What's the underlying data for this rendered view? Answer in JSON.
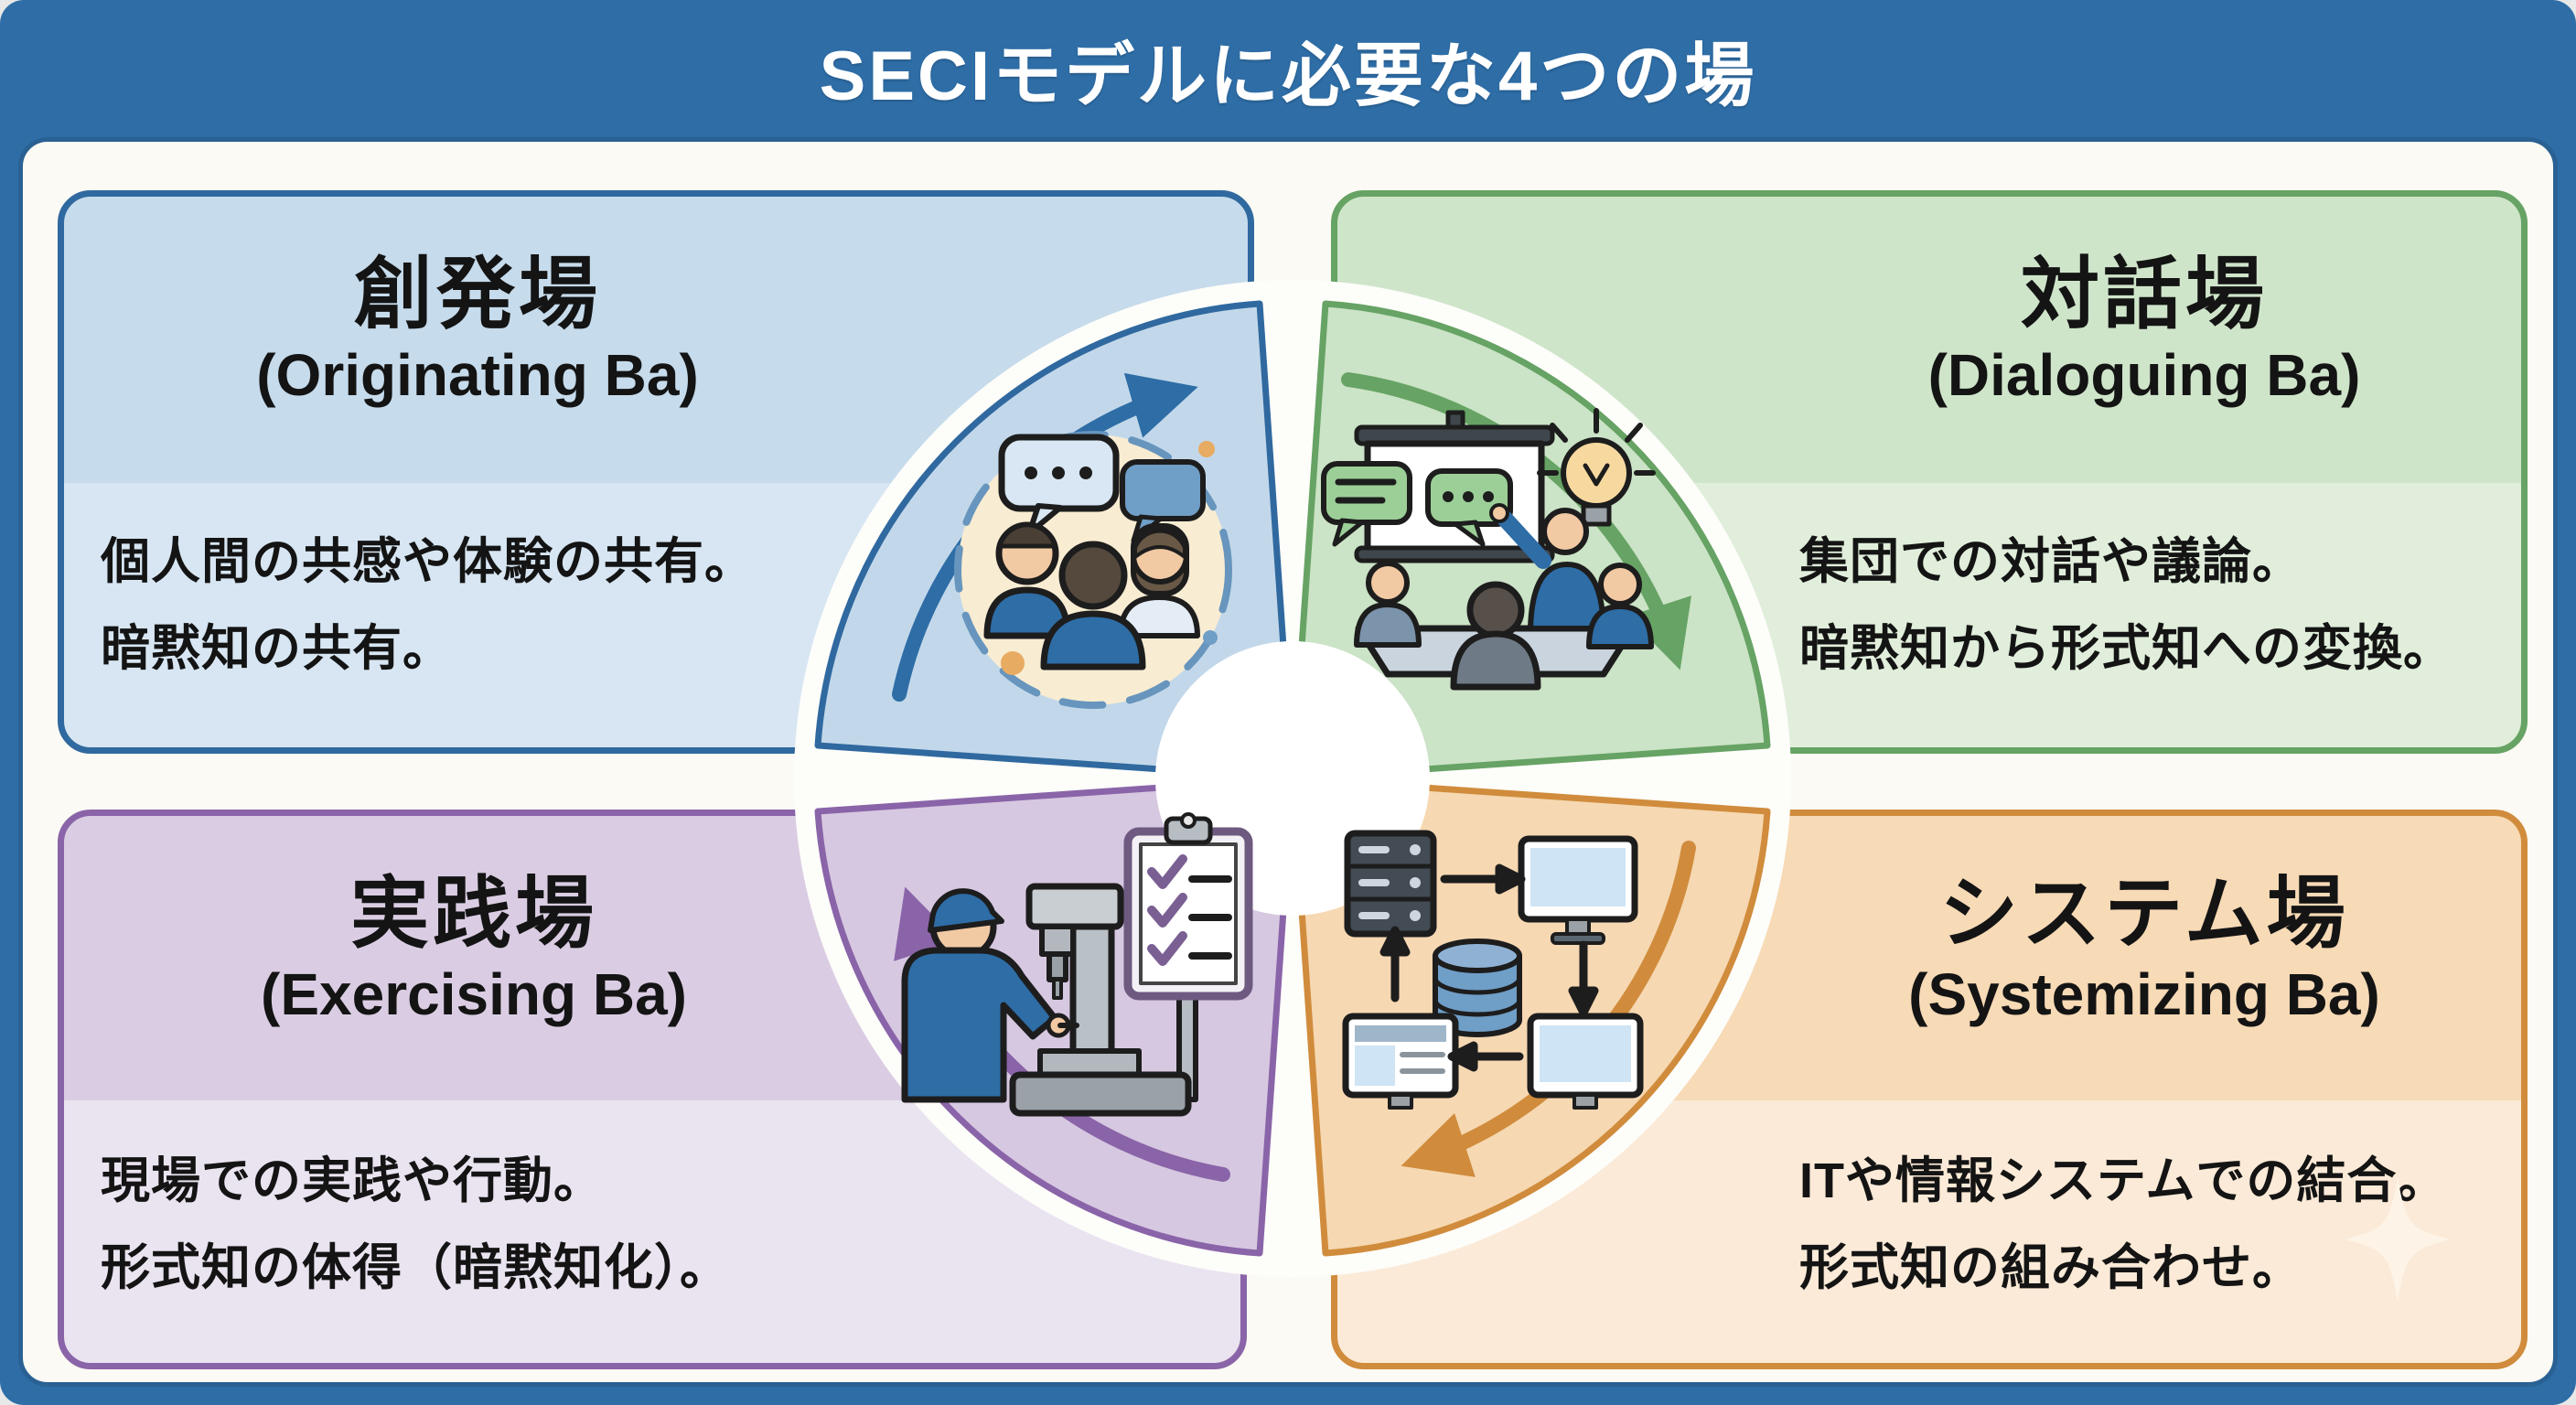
{
  "title": "SECIモデルに必要な4つの場",
  "colors": {
    "frame_blue": "#2e6da6",
    "panel_bg": "#fbfaf4",
    "quadrant_blue_fill": "#c6dbeb",
    "quadrant_blue_border": "#30699f",
    "quadrant_green_fill": "#cfe5ca",
    "quadrant_green_border": "#66a364",
    "quadrant_purple_fill": "#dacde3",
    "quadrant_purple_border": "#8a64a8",
    "quadrant_orange_fill": "#f7dab6",
    "quadrant_orange_border": "#d08c3c",
    "text": "#141414"
  },
  "quadrants": [
    {
      "id": "originating",
      "title_jp": "創発場",
      "title_en": "(Originating Ba)",
      "line1": "個人間の共感や体験の共有。",
      "line2": "暗黙知の共有。",
      "icon": "people-conversation-icon"
    },
    {
      "id": "dialoguing",
      "title_jp": "対話場",
      "title_en": "(Dialoguing Ba)",
      "line1": "集団での対話や議論。",
      "line2": "暗黙知から形式知への変換。",
      "icon": "meeting-presentation-icon"
    },
    {
      "id": "exercising",
      "title_jp": "実践場",
      "title_en": "(Exercising Ba)",
      "line1": "現場での実践や行動。",
      "line2": "形式知の体得（暗黙知化）。",
      "icon": "worker-machine-icon"
    },
    {
      "id": "systemizing",
      "title_jp": "システム場",
      "title_en": "(Systemizing Ba)",
      "line1": "ITや情報システムでの結合。",
      "line2": "形式知の組み合わせ。",
      "icon": "it-systems-icon"
    }
  ]
}
